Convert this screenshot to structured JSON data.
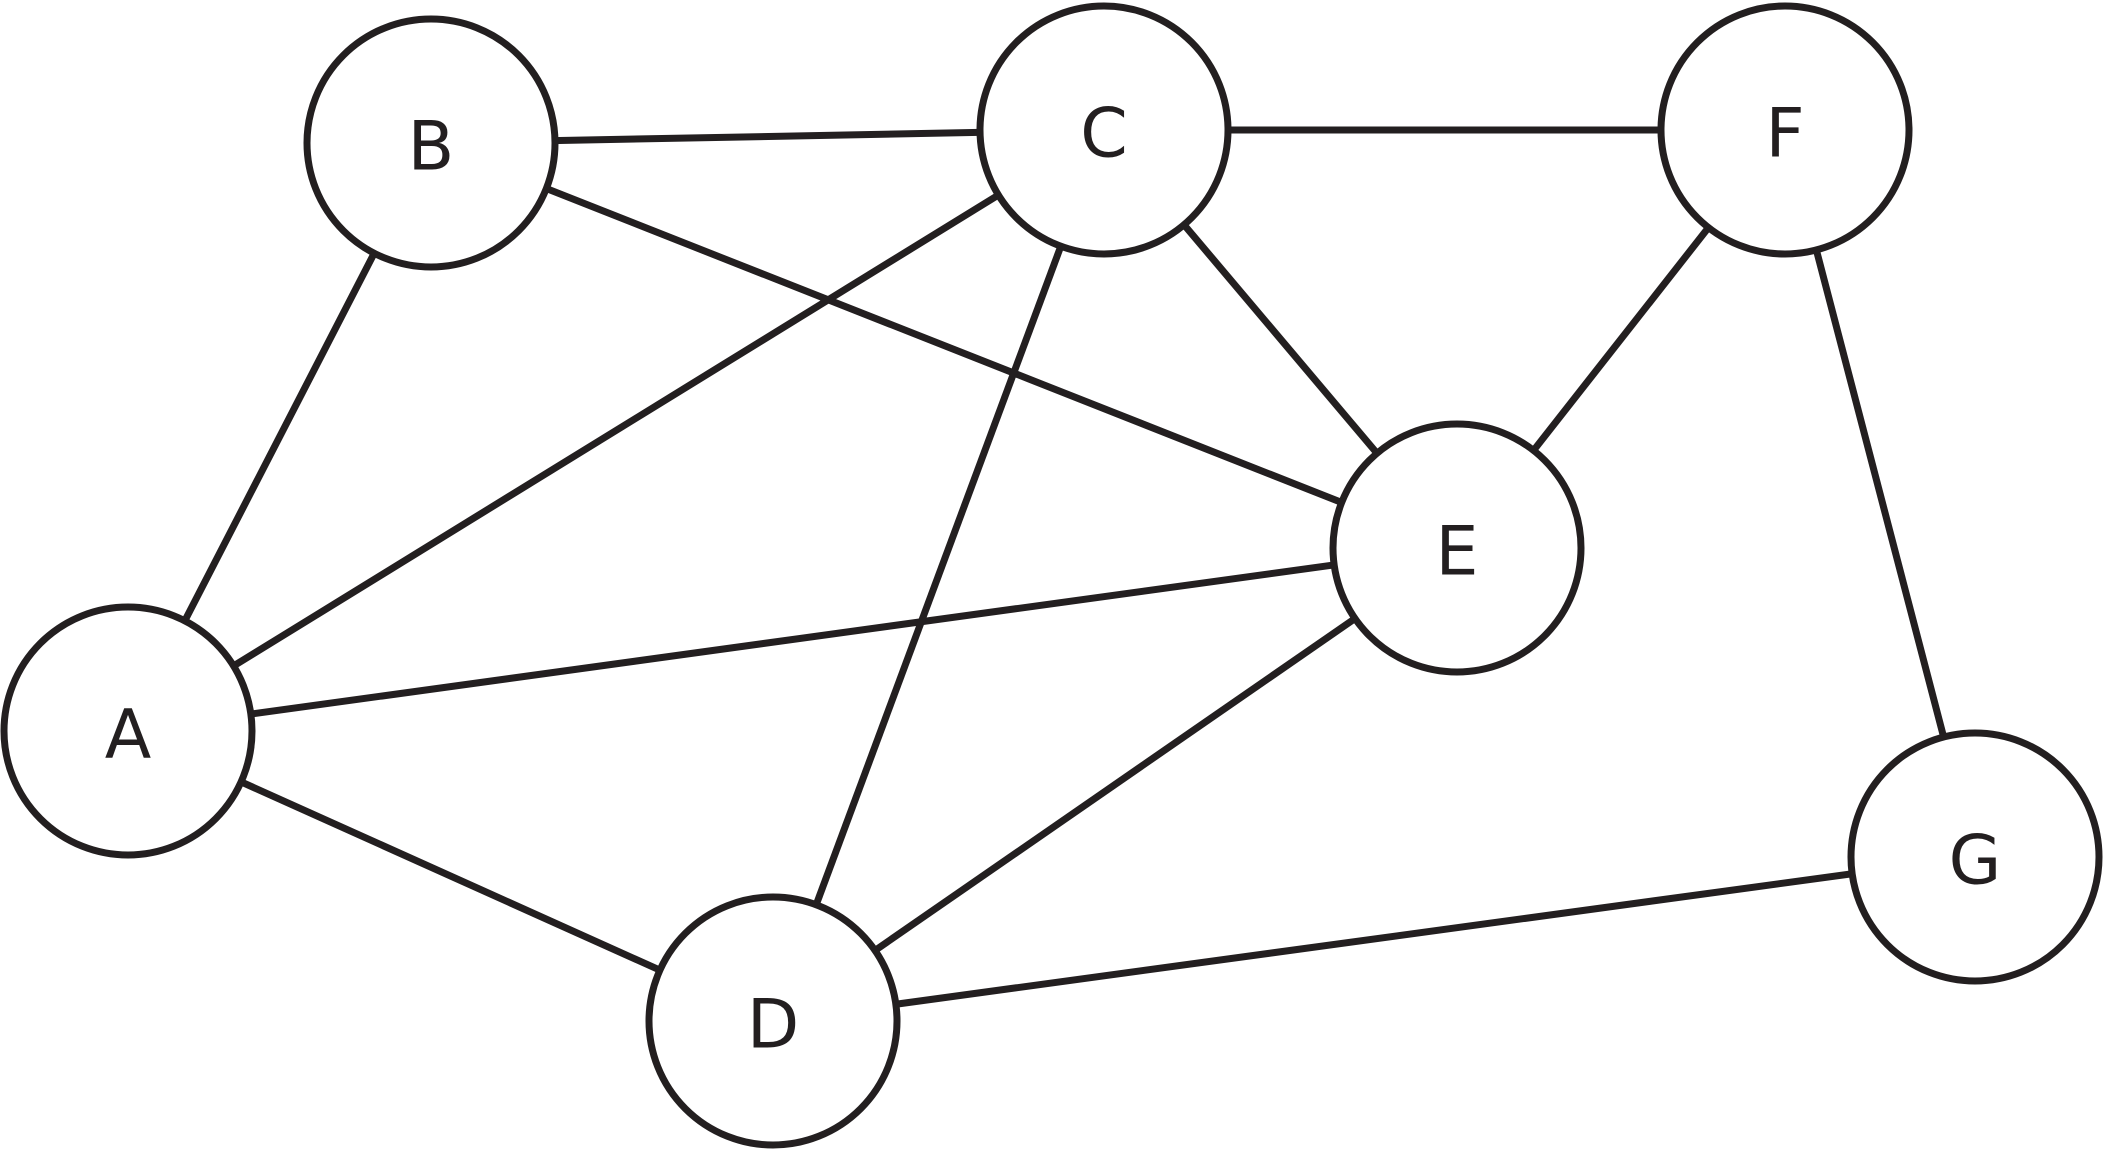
{
  "graph": {
    "nodes": [
      {
        "id": "A",
        "label": "A"
      },
      {
        "id": "B",
        "label": "B"
      },
      {
        "id": "C",
        "label": "C"
      },
      {
        "id": "D",
        "label": "D"
      },
      {
        "id": "E",
        "label": "E"
      },
      {
        "id": "F",
        "label": "F"
      },
      {
        "id": "G",
        "label": "G"
      }
    ],
    "edges": [
      {
        "from": "A",
        "to": "B"
      },
      {
        "from": "A",
        "to": "C"
      },
      {
        "from": "A",
        "to": "E"
      },
      {
        "from": "A",
        "to": "D"
      },
      {
        "from": "B",
        "to": "C"
      },
      {
        "from": "B",
        "to": "E"
      },
      {
        "from": "C",
        "to": "F"
      },
      {
        "from": "C",
        "to": "E"
      },
      {
        "from": "C",
        "to": "D"
      },
      {
        "from": "D",
        "to": "E"
      },
      {
        "from": "D",
        "to": "G"
      },
      {
        "from": "E",
        "to": "F"
      },
      {
        "from": "F",
        "to": "G"
      }
    ],
    "colors": {
      "stroke": "#231f20",
      "fill": "#ffffff"
    }
  }
}
